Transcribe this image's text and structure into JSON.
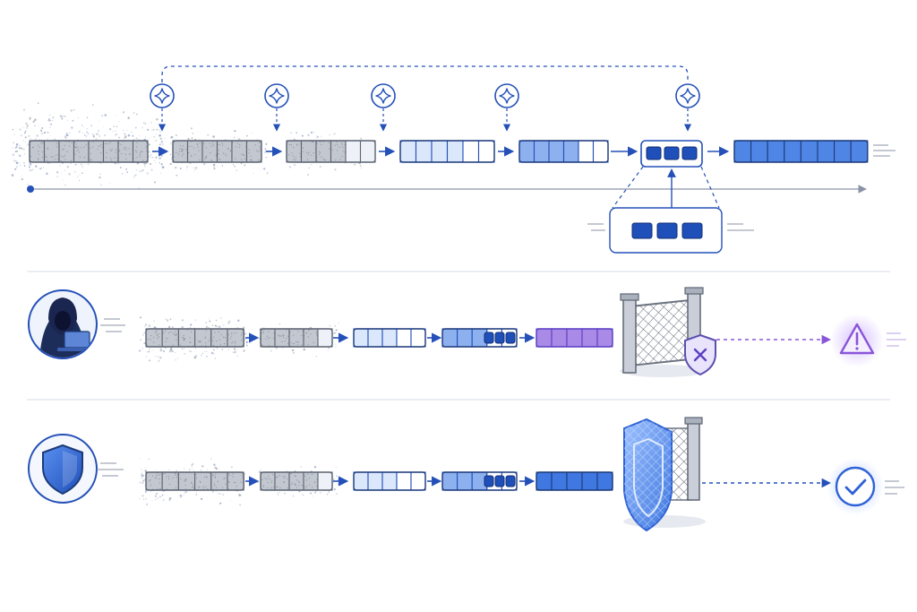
{
  "colors": {
    "background": "#ffffff",
    "primary_blue": "#2450b8",
    "dark_navy": "#1d3a7a",
    "light_blue_fill": "#dbe7fb",
    "mid_blue_fill": "#8db0ef",
    "bright_blue_fill": "#4f86e6",
    "noise_gray": "#8a8e96",
    "purple": "#8a55d9",
    "purple_fill": "#a98ae6",
    "divider": "#d6dbe6",
    "gate_gray": "#6b7380",
    "check_blue": "#2f62d6"
  },
  "top_row": {
    "stages": [
      {
        "name": "noisy-sequence",
        "state": "noise",
        "cells": 8
      },
      {
        "name": "partially-denoised-1",
        "state": "noise",
        "cells": 6
      },
      {
        "name": "partially-denoised-2",
        "state": "mixed",
        "cells": 6
      },
      {
        "name": "light-sequence",
        "state": "light",
        "cells": 6
      },
      {
        "name": "mid-sequence",
        "state": "mid",
        "cells": 6
      },
      {
        "name": "tokens-block",
        "state": "tokens",
        "cells": 3
      },
      {
        "name": "final-sequence",
        "state": "final",
        "cells": 8
      }
    ],
    "guidance_icons": [
      "sparkle-icon",
      "sparkle-icon",
      "sparkle-icon",
      "sparkle-icon",
      "sparkle-icon"
    ],
    "timeline": "arrow-right",
    "callout_tokens": 3
  },
  "attack_row": {
    "actor_icon": "hooded-hacker-icon",
    "stages": [
      "noise",
      "noise",
      "light",
      "mid-with-tokens",
      "purple"
    ],
    "gate_icon": "fence-gate-icon",
    "badge_icon": "shield-x-icon",
    "outcome_icon": "warning-triangle-icon"
  },
  "defense_row": {
    "actor_icon": "shield-icon",
    "stages": [
      "noise",
      "noise",
      "light",
      "mid-with-tokens",
      "bright"
    ],
    "gate_icon": "shield-gate-icon",
    "outcome_icon": "checkmark-icon"
  }
}
